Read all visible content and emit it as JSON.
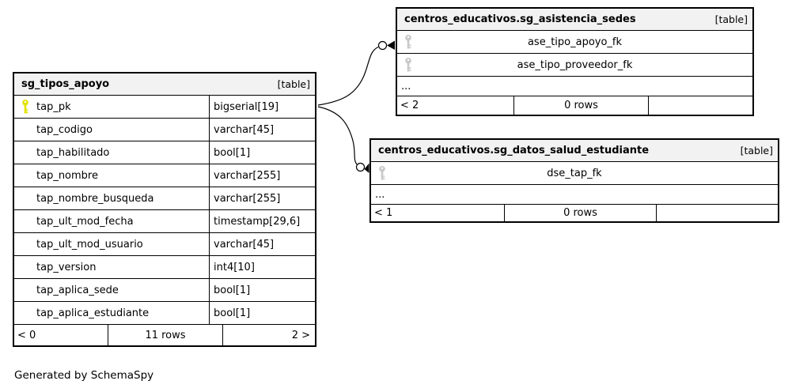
{
  "note": "Generated by SchemaSpy",
  "colors": {
    "primary_key_icon": "#e2e200",
    "foreign_key_icon": "#c9c9c9",
    "header_bg": "#f2f2f2",
    "border": "#000000",
    "row_bg": "#ffffff"
  },
  "tables": {
    "main": {
      "name": "sg_tipos_apoyo",
      "tag": "[table]",
      "columns": [
        {
          "name": "tap_pk",
          "type": "bigserial[19]",
          "key": "primary"
        },
        {
          "name": "tap_codigo",
          "type": "varchar[45]",
          "key": ""
        },
        {
          "name": "tap_habilitado",
          "type": "bool[1]",
          "key": ""
        },
        {
          "name": "tap_nombre",
          "type": "varchar[255]",
          "key": ""
        },
        {
          "name": "tap_nombre_busqueda",
          "type": "varchar[255]",
          "key": ""
        },
        {
          "name": "tap_ult_mod_fecha",
          "type": "timestamp[29,6]",
          "key": ""
        },
        {
          "name": "tap_ult_mod_usuario",
          "type": "varchar[45]",
          "key": ""
        },
        {
          "name": "tap_version",
          "type": "int4[10]",
          "key": ""
        },
        {
          "name": "tap_aplica_sede",
          "type": "bool[1]",
          "key": ""
        },
        {
          "name": "tap_aplica_estudiante",
          "type": "bool[1]",
          "key": ""
        }
      ],
      "footer": {
        "left": "< 0",
        "center": "11 rows",
        "right": "2 >"
      }
    },
    "asistencia": {
      "name": "centros_educativos.sg_asistencia_sedes",
      "tag": "[table]",
      "columns": [
        {
          "name": "ase_tipo_apoyo_fk",
          "key": "foreign"
        },
        {
          "name": "ase_tipo_proveedor_fk",
          "key": "foreign"
        }
      ],
      "ellipsis": "...",
      "footer": {
        "left": "< 2",
        "center": "0 rows",
        "right": ""
      }
    },
    "salud": {
      "name": "centros_educativos.sg_datos_salud_estudiante",
      "tag": "[table]",
      "columns": [
        {
          "name": "dse_tap_fk",
          "key": "foreign"
        }
      ],
      "ellipsis": "...",
      "footer": {
        "left": "< 1",
        "center": "0 rows",
        "right": ""
      }
    }
  }
}
